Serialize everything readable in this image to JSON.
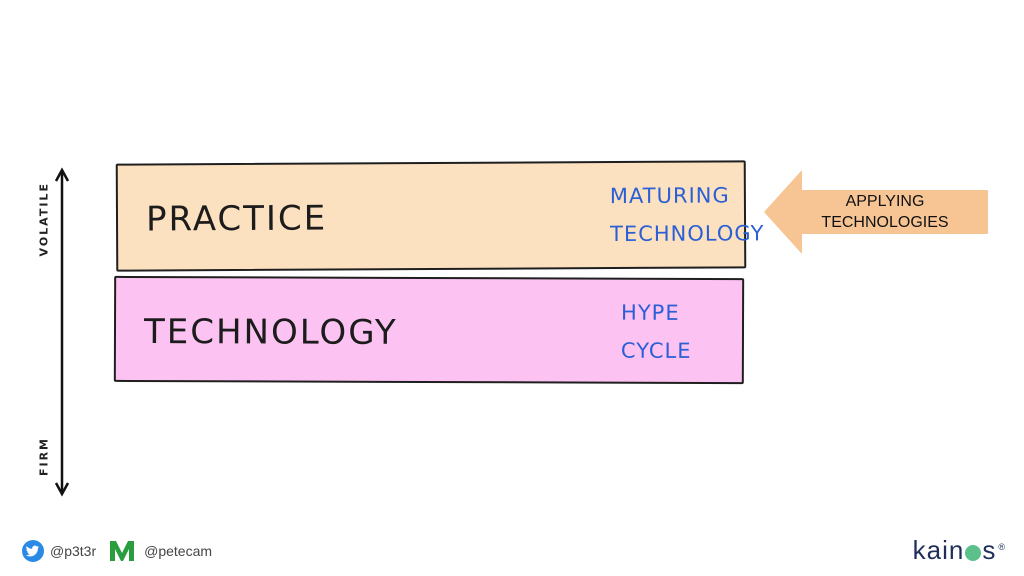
{
  "boxes": {
    "practice": {
      "title": "PRACTICE",
      "note_line1": "MATURING",
      "note_line2": "TECHNOLOGY",
      "fill_color": "#fce1c0"
    },
    "technology": {
      "title": "TECHNOLOGY",
      "note_line1": "HYPE",
      "note_line2": "CYCLE",
      "fill_color": "#fcc2f2"
    }
  },
  "axis": {
    "top_label": "VOLATILE",
    "bottom_label": "FIRM"
  },
  "arrow": {
    "line1": "APPLYING",
    "line2": "TECHNOLOGIES",
    "color": "#f7c493"
  },
  "footer": {
    "twitter_handle": "@p3t3r",
    "medium_handle": "@petecam",
    "twitter_icon": "twitter-bird-icon",
    "medium_icon": "medium-m-icon"
  },
  "brand": {
    "logo_text_pre": "kain",
    "logo_text_post": "s",
    "logo_mark": "®",
    "accent": "#5cc08a",
    "navy": "#1f2f5a"
  },
  "colors": {
    "note_blue": "#2a5fd6"
  }
}
